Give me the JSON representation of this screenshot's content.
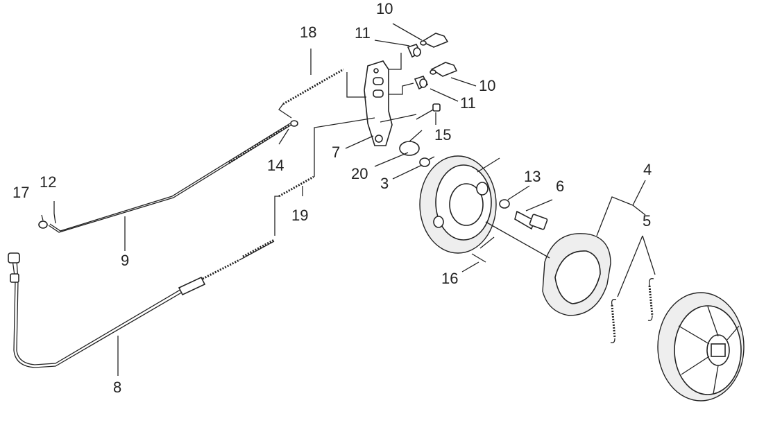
{
  "labels": {
    "p1": "10",
    "p2": "11",
    "p3": "18",
    "p4": "10",
    "p5": "11",
    "p6": "15",
    "p7": "7",
    "p8": "14",
    "p9": "20",
    "p10": "3",
    "p11": "13",
    "p12": "6",
    "p13": "4",
    "p14": "5",
    "p15": "17",
    "p16": "12",
    "p17": "19",
    "p18": "9",
    "p19": "16",
    "p20": "8"
  }
}
